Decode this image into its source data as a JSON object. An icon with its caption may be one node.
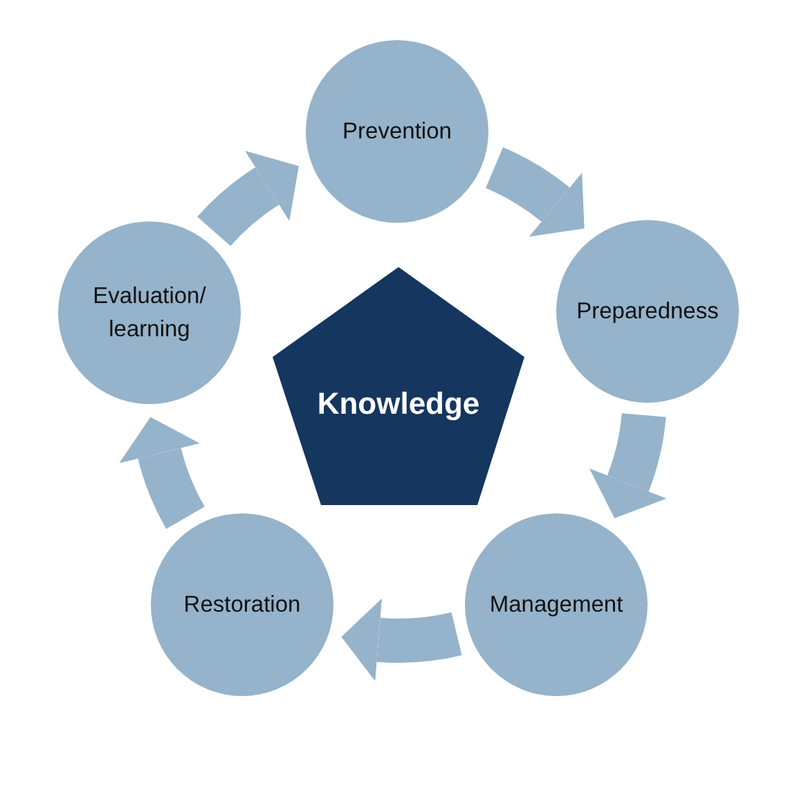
{
  "diagram": {
    "nodes": [
      {
        "text": [
          "Prevention"
        ]
      },
      {
        "text": [
          "Preparedness"
        ]
      },
      {
        "text": [
          "Management"
        ]
      },
      {
        "text": [
          "Restoration"
        ]
      },
      {
        "text": [
          "Evaluation/ learning"
        ]
      },
      {
        "text": [
          "Knowledge"
        ]
      }
    ],
    "edges": [
      {
        "from": 0,
        "to": 1,
        "arrow": "to"
      },
      {
        "from": 1,
        "to": 2,
        "arrow": "to"
      },
      {
        "from": 2,
        "to": 3,
        "arrow": "to"
      },
      {
        "from": 3,
        "to": 4,
        "arrow": "to"
      },
      {
        "from": 4,
        "to": 0,
        "arrow": "to"
      }
    ]
  }
}
